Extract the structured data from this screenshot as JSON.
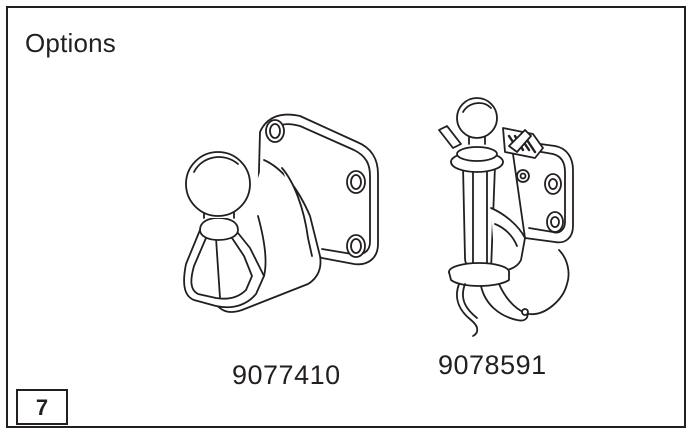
{
  "page": {
    "title": "Options"
  },
  "options": [
    {
      "part_number": "9077410",
      "icon": "fixed-tow-ball-icon"
    },
    {
      "part_number": "9078591",
      "icon": "detachable-tow-ball-icon"
    }
  ],
  "figure": {
    "number": "7"
  },
  "colors": {
    "line": "#231f20",
    "background": "#ffffff"
  }
}
